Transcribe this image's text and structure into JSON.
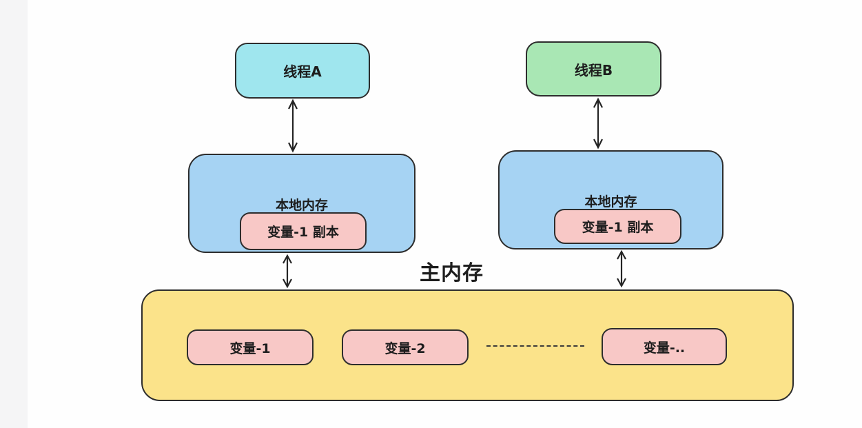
{
  "page": {
    "background": "#fefefe",
    "left_strip_color": "#f5f5f6"
  },
  "diagram": {
    "stroke_color": "#2d2d2d",
    "text_color": "#1d1d1d",
    "thread_a": {
      "label": "线程A",
      "fill": "#9fe6ee"
    },
    "thread_b": {
      "label": "线程B",
      "fill": "#a9e7b4"
    },
    "local_memory_a": {
      "label": "本地内存",
      "fill": "#a6d3f3",
      "variable_copy": "变量-1 副本"
    },
    "local_memory_b": {
      "label": "本地内存",
      "fill": "#a6d3f3",
      "variable_copy": "变量-1 副本"
    },
    "main_memory": {
      "title": "主内存",
      "fill": "#fbe38a",
      "variables": [
        "变量-1",
        "变量-2",
        "变量-.."
      ]
    },
    "variable_fill": "#f8c8c6"
  }
}
